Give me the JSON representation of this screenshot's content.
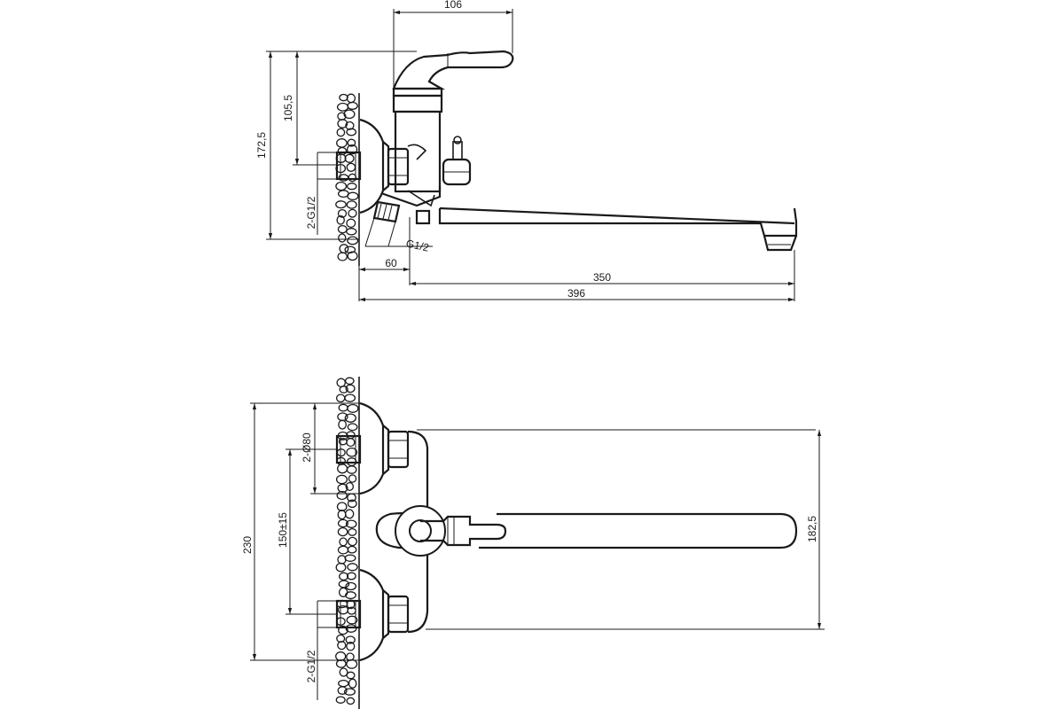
{
  "side_view": {
    "dim_handle_width": "106",
    "dim_total_height": "172,5",
    "dim_inlet_height": "105,5",
    "dim_inlet_thread": "2-G1/2",
    "dim_outlet_thread": "G1/2",
    "dim_offset": "60",
    "dim_spout_length": "350",
    "dim_total_length": "396"
  },
  "top_view": {
    "dim_wall_height": "230",
    "dim_centers": "150±15",
    "dim_flange": "2-Ø80",
    "dim_inlet_thread": "2-G1/2",
    "dim_spout_depth": "182,5"
  },
  "colors": {
    "line": "#1a1a1a",
    "background": "#ffffff"
  }
}
